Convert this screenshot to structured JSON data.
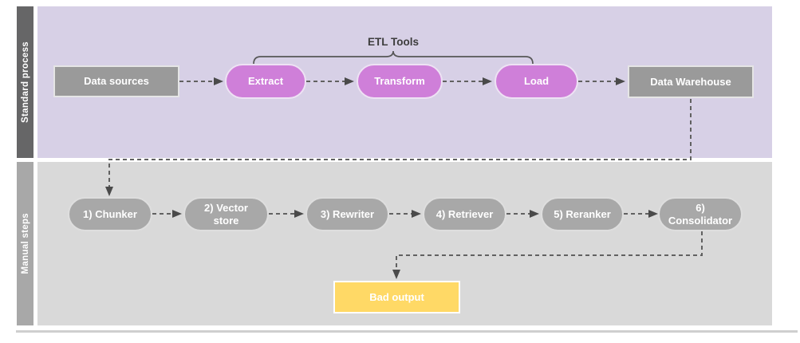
{
  "lanes": [
    {
      "label": "Standard process",
      "annotation": "ETL Tools",
      "nodes": [
        {
          "label": "Data sources",
          "type": "rect"
        },
        {
          "label": "Extract",
          "type": "pill"
        },
        {
          "label": "Transform",
          "type": "pill"
        },
        {
          "label": "Load",
          "type": "pill"
        },
        {
          "label": "Data Warehouse",
          "type": "rect"
        }
      ]
    },
    {
      "label": "Manual steps",
      "nodes": [
        {
          "label": "1) Chunker",
          "type": "pill"
        },
        {
          "label": "2) Vector store",
          "type": "pill"
        },
        {
          "label": "3) Rewriter",
          "type": "pill"
        },
        {
          "label": "4) Retriever",
          "type": "pill"
        },
        {
          "label": "5) Reranker",
          "type": "pill"
        },
        {
          "label": "6) Consolidator",
          "type": "pill"
        },
        {
          "label": "Bad output",
          "type": "rect"
        }
      ]
    }
  ],
  "colors": {
    "standard_lane_bg": "#d7d0e6",
    "standard_lane_bar": "#666667",
    "manual_lane_bg": "#d9d9d9",
    "manual_lane_bar": "#a8a8a8",
    "etl_pill": "#cf7fd9",
    "gray_node": "#9a9a9a",
    "manual_pill": "#a8a8a8",
    "bad_output": "#ffd966",
    "connector": "#616161"
  }
}
